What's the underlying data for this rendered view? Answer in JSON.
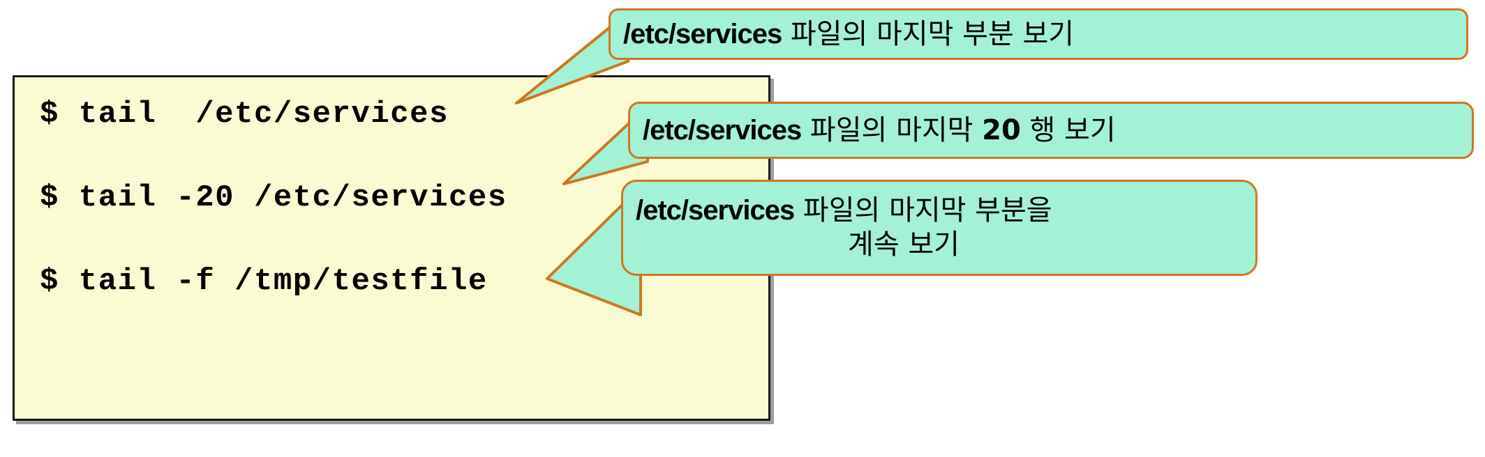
{
  "slide": {
    "code_panel": {
      "name": "terminal-command-box",
      "background_color": "#fbfbd3",
      "border_color": "#1a1a1a",
      "lines": [
        "$ tail  /etc/services",
        "$ tail -20 /etc/services",
        "$ tail -f /tmp/testfile"
      ]
    },
    "callouts": [
      {
        "id": "callout-1",
        "fill_color": "#a3f2d5",
        "border_color": "#cc7722",
        "path": "/etc/services",
        "text_before": "",
        "text_after": " 파일의 마지막 부분 보기",
        "lines": [
          "/etc/services 파일의 마지막 부분 보기"
        ],
        "points_to": "$ tail  /etc/services"
      },
      {
        "id": "callout-2",
        "fill_color": "#a3f2d5",
        "border_color": "#cc7722",
        "path": "/etc/services",
        "segment_1": " 파일의 마지막 ",
        "number": "20",
        "segment_2": " 행 보기",
        "lines": [
          "/etc/services 파일의 마지막 20 행 보기"
        ],
        "points_to": "$ tail -20 /etc/services"
      },
      {
        "id": "callout-3",
        "fill_color": "#a3f2d5",
        "border_color": "#cc7722",
        "path": "/etc/services",
        "segment_1": " 파일의 마지막 부분을",
        "line_2": "계속 보기",
        "lines": [
          "/etc/services 파일의 마지막 부분을",
          "계속 보기"
        ],
        "points_to": "$ tail -f /tmp/testfile"
      }
    ]
  }
}
